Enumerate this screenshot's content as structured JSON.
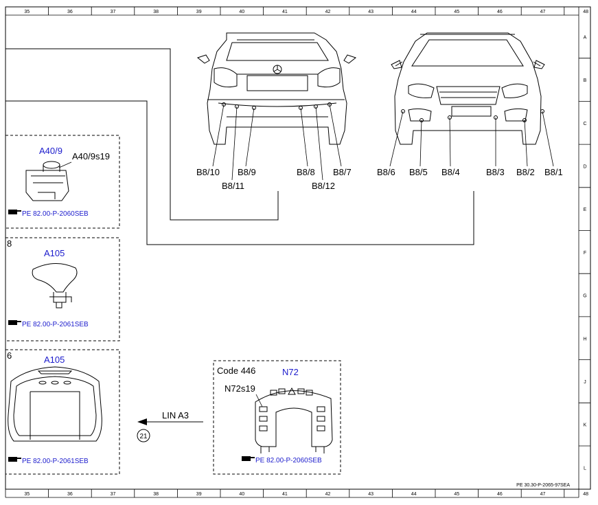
{
  "grid": {
    "columns": [
      "35",
      "36",
      "37",
      "38",
      "39",
      "40",
      "41",
      "42",
      "43",
      "44",
      "45",
      "46",
      "47",
      "48"
    ],
    "rows": [
      "A",
      "B",
      "C",
      "D",
      "E",
      "F",
      "G",
      "H",
      "J",
      "K",
      "L"
    ]
  },
  "sheet_id": "PE 30.30-P-2065-97SEA",
  "rear_view": {
    "labels": {
      "b8_10": "B8/10",
      "b8_9": "B8/9",
      "b8_11": "B8/11",
      "b8_8": "B8/8",
      "b8_7": "B8/7",
      "b8_12": "B8/12"
    }
  },
  "front_view": {
    "labels": {
      "b8_6": "B8/6",
      "b8_5": "B8/5",
      "b8_4": "B8/4",
      "b8_3": "B8/3",
      "b8_2": "B8/2",
      "b8_1": "B8/1"
    }
  },
  "box_a40": {
    "title": "A40/9",
    "part": "A40/9s19",
    "ref": "PE 82.00-P-2060SEB"
  },
  "box_a105_top": {
    "side": "8",
    "title": "A105",
    "ref": "PE 82.00-P-2061SEB"
  },
  "box_a105_bottom": {
    "side": "6",
    "title": "A105",
    "ref": "PE 82.00-P-2061SEB"
  },
  "box_n72": {
    "code": "Code 446",
    "title": "N72",
    "part": "N72s19",
    "ref": "PE 82.00-P-2060SEB"
  },
  "connection": {
    "label": "LIN A3",
    "marker": "21"
  },
  "icons": {
    "reference": "pointing-hand-icon"
  },
  "colors": {
    "blue": "#1a1acc",
    "line": "#000000"
  }
}
